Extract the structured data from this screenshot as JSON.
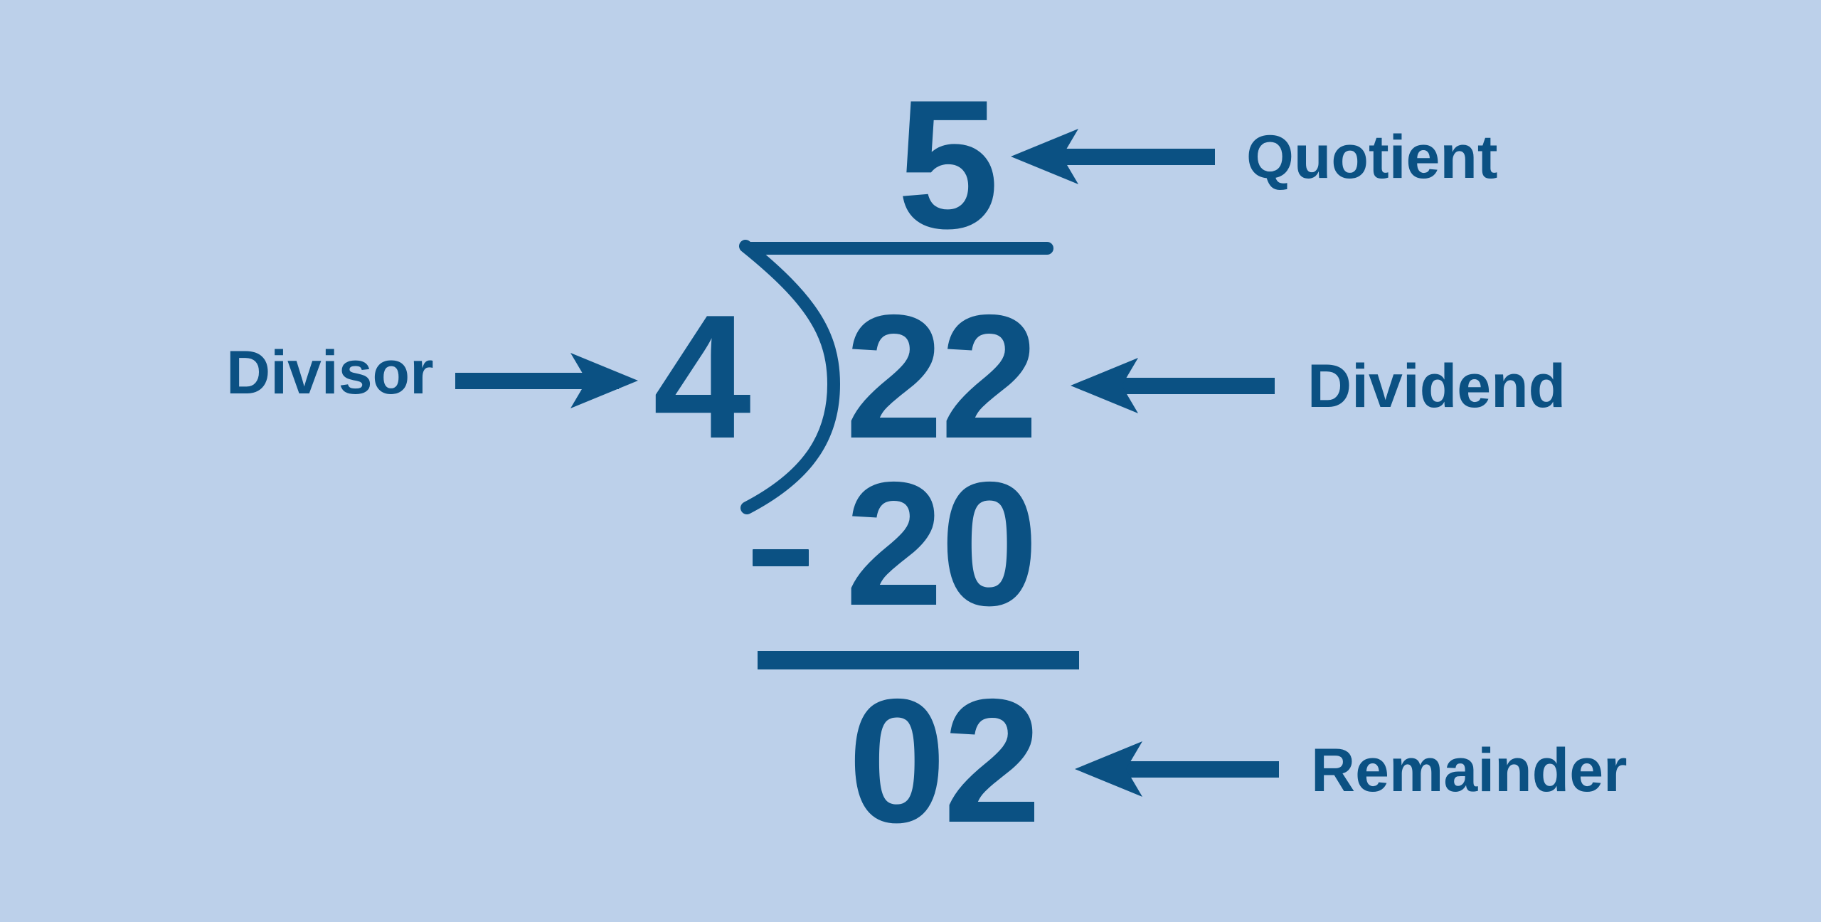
{
  "diagram": {
    "title": "Long Division Parts Diagram",
    "type": "long-division",
    "background_color": "#bcd0ea",
    "ink_color": "#0b5183"
  },
  "problem": {
    "dividend": "22",
    "divisor": "4",
    "quotient": "5",
    "product": "20",
    "minus_sign": "-",
    "remainder": "02"
  },
  "labels": {
    "quotient": "Quotient",
    "divisor": "Divisor",
    "dividend": "Dividend",
    "remainder": "Remainder"
  },
  "arrows": {
    "quotient_direction": "left",
    "divisor_direction": "right",
    "dividend_direction": "left",
    "remainder_direction": "left"
  }
}
